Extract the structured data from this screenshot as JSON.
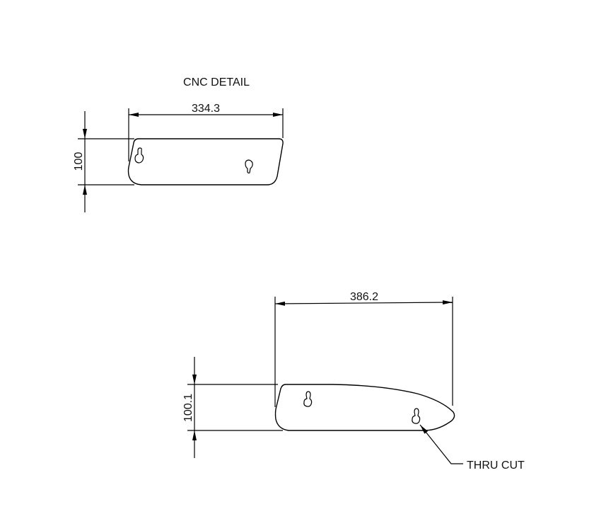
{
  "drawing": {
    "title": "CNC DETAIL",
    "views": [
      {
        "name": "cnc-detail-part",
        "width_dim": "334.3",
        "height_dim": "100"
      },
      {
        "name": "side-profile-part",
        "width_dim": "386.2",
        "height_dim": "100.1",
        "callout": "THRU CUT"
      }
    ]
  }
}
